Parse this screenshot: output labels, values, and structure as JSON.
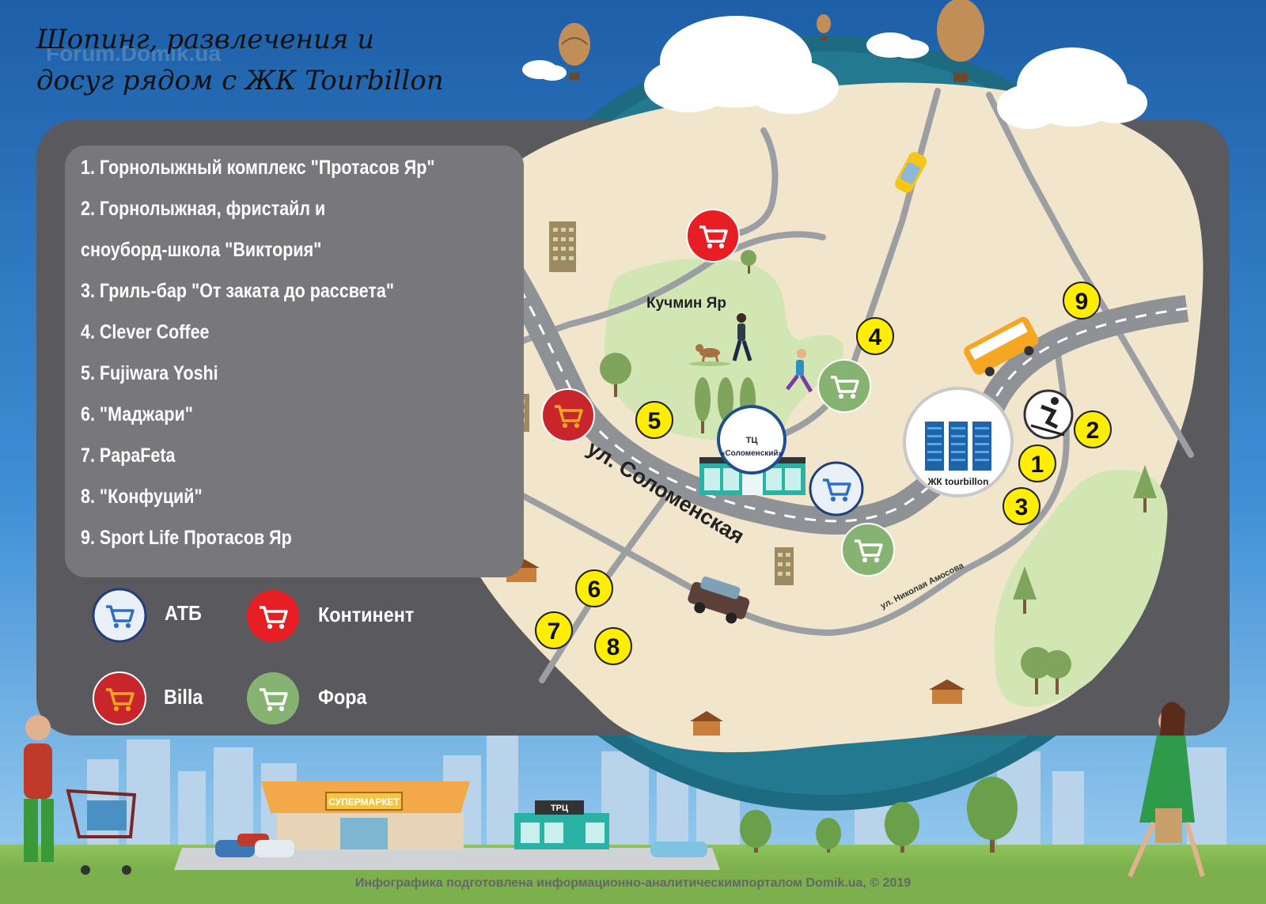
{
  "title": {
    "line1": "Шопинг, развлечения и",
    "line2": "досуг рядом с ЖК Tourbillon"
  },
  "watermark": "Forum.Domik.ua",
  "legend": {
    "items": [
      "1. Горнолыжный комплекс \"Протасов Яр\"",
      "2. Горнолыжная, фристайл и",
      " сноуборд-школа \"Виктория\"",
      "3. Гриль-бар \"От заката до рассвета\"",
      "4. Clever Coffee",
      "5. Fujiwara Yoshi",
      "6. \"Маджари\"",
      "7. PapaFeta",
      "8. \"Конфуций\"",
      "9. Sport Life Протасов Яр"
    ]
  },
  "stores": {
    "atb": "АТБ",
    "continent": "Континент",
    "billa": "Billa",
    "fora": "Фора"
  },
  "map": {
    "park": "Кучмин Яр",
    "street_main": "ул. Соломенская",
    "street_small": "ул. Николая Амосова",
    "mall_line1": "ТЦ",
    "mall_line2": "«Соломенский»",
    "complex": "ЖК tourbillon",
    "markers": [
      "1",
      "2",
      "3",
      "4",
      "5",
      "6",
      "7",
      "8",
      "9"
    ]
  },
  "scene": {
    "supermarket": "СУПЕРМАРКЕТ",
    "trc": "ТРЦ"
  },
  "footer": "Инфографика подготовлена информационно-аналитическимпорталом Domik.ua, © 2019",
  "colors": {
    "sky_top": "#1d5fa8",
    "sky_bottom": "#86c3ea",
    "panel": "#5a595e",
    "land": "#f1e6cc",
    "park": "#d2e6b4",
    "globe": "#1d6b80",
    "marker": "#ffee00",
    "atb": "#eaf0f8",
    "continent": "#e81e25",
    "billa": "#c9252c",
    "fora": "#86b272"
  }
}
